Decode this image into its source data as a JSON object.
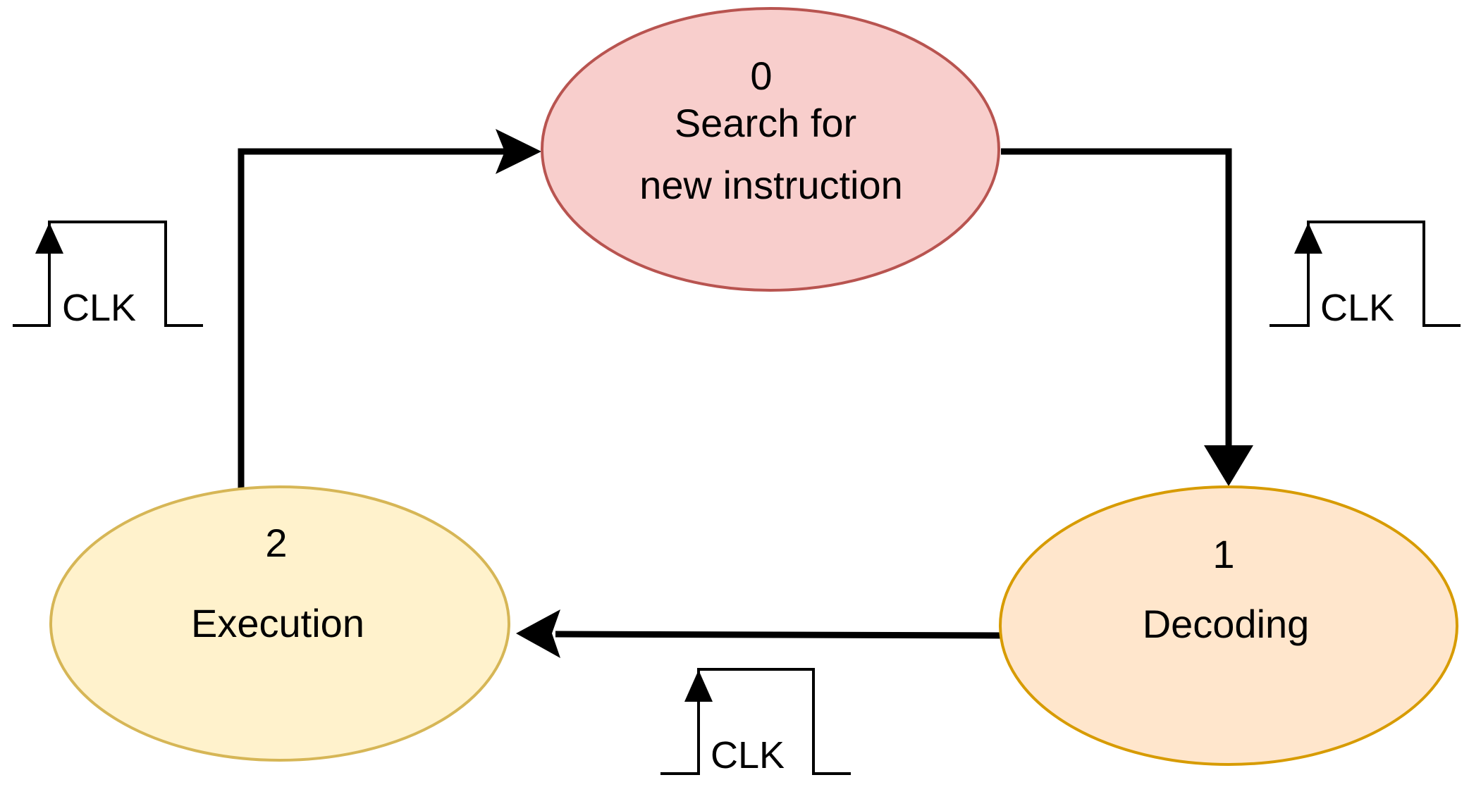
{
  "states": [
    {
      "id": "state-0",
      "number": "0",
      "label_lines": [
        "Search for",
        "new instruction"
      ],
      "fill": "#F8CECC",
      "stroke": "#B85450"
    },
    {
      "id": "state-1",
      "number": "1",
      "label_lines": [
        "Decoding"
      ],
      "fill": "#FFE6CC",
      "stroke": "#D79B00"
    },
    {
      "id": "state-2",
      "number": "2",
      "label_lines": [
        "Execution"
      ],
      "fill": "#FFF2CC",
      "stroke": "#D6B656"
    }
  ],
  "transitions": [
    {
      "from": "0",
      "to": "1",
      "trigger": "CLK"
    },
    {
      "from": "1",
      "to": "2",
      "trigger": "CLK"
    },
    {
      "from": "2",
      "to": "0",
      "trigger": "CLK"
    }
  ],
  "clock_labels": {
    "left": "CLK",
    "right": "CLK",
    "bottom": "CLK"
  }
}
